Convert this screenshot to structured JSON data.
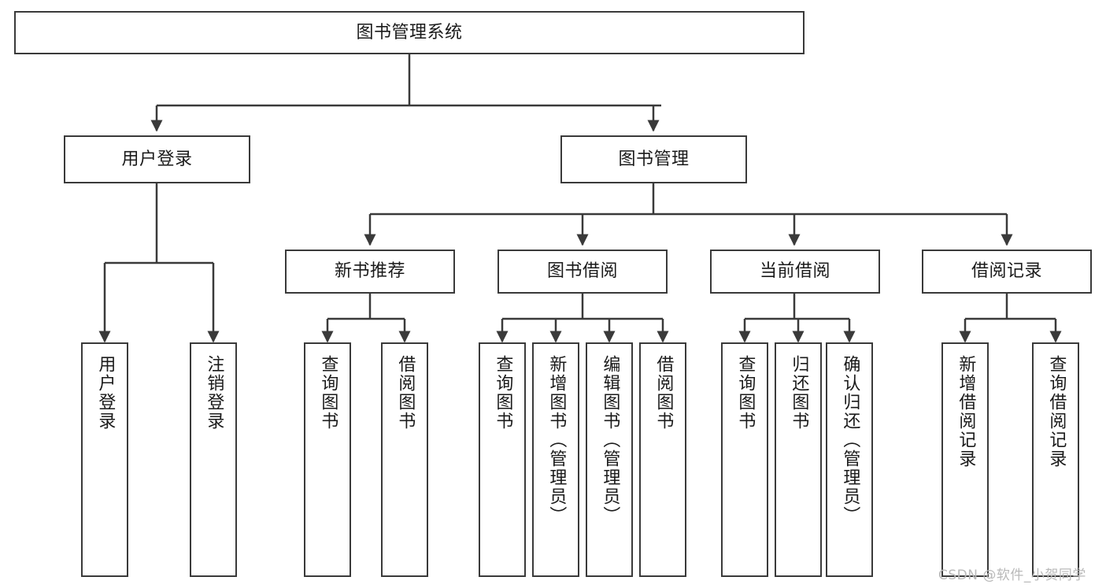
{
  "diagram": {
    "title": "图书管理系统",
    "type": "tree-hierarchy-diagram",
    "orientation": "top-down",
    "colors": {
      "box_border": "#3a3a3a",
      "box_fill": "#ffffff",
      "edge": "#3a3a3a",
      "text": "#1a1a1a",
      "watermark": "#b9b9b9"
    }
  },
  "nodes": {
    "root": {
      "label": "图书管理系统"
    },
    "level2": [
      {
        "id": "user-login",
        "label": "用户登录"
      },
      {
        "id": "book-manage",
        "label": "图书管理"
      }
    ],
    "level3": [
      {
        "id": "new-book-recommend",
        "label": "新书推荐"
      },
      {
        "id": "book-borrow",
        "label": "图书借阅"
      },
      {
        "id": "current-borrow",
        "label": "当前借阅"
      },
      {
        "id": "borrow-record",
        "label": "借阅记录"
      }
    ],
    "leaves": {
      "user_login": [
        {
          "id": "leaf-user-login",
          "label": "用户登录"
        },
        {
          "id": "leaf-logout-login",
          "label": "注销登录"
        }
      ],
      "new_book_recommend": [
        {
          "id": "leaf-query-book-1",
          "label": "查询图书"
        },
        {
          "id": "leaf-borrow-book-1",
          "label": "借阅图书"
        }
      ],
      "book_borrow": [
        {
          "id": "leaf-query-book-2",
          "label": "查询图书"
        },
        {
          "id": "leaf-add-book",
          "label": "新增图书（管理员）"
        },
        {
          "id": "leaf-edit-book",
          "label": "编辑图书（管理员）"
        },
        {
          "id": "leaf-borrow-book-2",
          "label": "借阅图书"
        }
      ],
      "current_borrow": [
        {
          "id": "leaf-query-book-3",
          "label": "查询图书"
        },
        {
          "id": "leaf-return-book",
          "label": "归还图书"
        },
        {
          "id": "leaf-confirm-return",
          "label": "确认归还（管理员）"
        }
      ],
      "borrow_record": [
        {
          "id": "leaf-add-record",
          "label": "新增借阅记录"
        },
        {
          "id": "leaf-query-record",
          "label": "查询借阅记录"
        }
      ]
    }
  },
  "watermark": {
    "text": "CSDN @软件_小贺同学"
  }
}
